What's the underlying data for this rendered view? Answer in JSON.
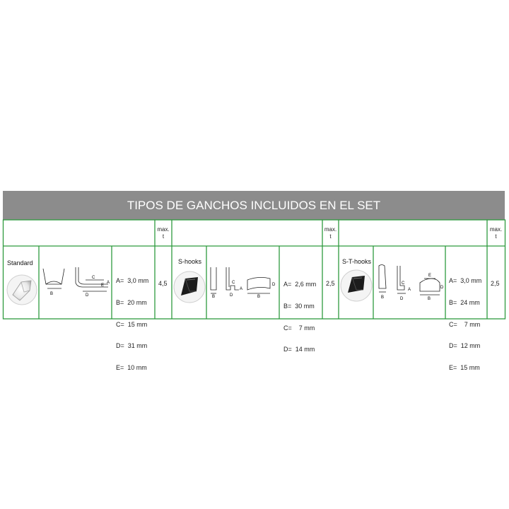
{
  "title": "TIPOS DE GANCHOS INCLUIDOS EN EL SET",
  "max_label": "max.",
  "t_label": "t",
  "colors": {
    "header": "#8c8c8c",
    "grid": "#2e9a3e"
  },
  "hooks": [
    {
      "name": "Standard",
      "specs": [
        "A=  3,0 mm",
        "B=  20 mm",
        "C=  15 mm",
        "D=  31 mm",
        "E=  10 mm"
      ],
      "max_t": "4,5",
      "drawing_labels": [
        "B",
        "C",
        "E",
        "A",
        "D"
      ]
    },
    {
      "name": "S-hooks",
      "specs": [
        "A=  2,6 mm",
        "B=  30 mm",
        "C=    7 mm",
        "D=  14 mm"
      ],
      "max_t": "2,5",
      "drawing_labels": [
        "B",
        "C",
        "A",
        "D",
        "B",
        "D"
      ]
    },
    {
      "name": "S-T-hooks",
      "specs": [
        "A=  3,0 mm",
        "B=  24 mm",
        "C=    7 mm",
        "D=  12 mm",
        "E=  15 mm"
      ],
      "max_t": "2,5",
      "drawing_labels": [
        "B",
        "C",
        "A",
        "D",
        "E",
        "D",
        "B"
      ]
    }
  ]
}
